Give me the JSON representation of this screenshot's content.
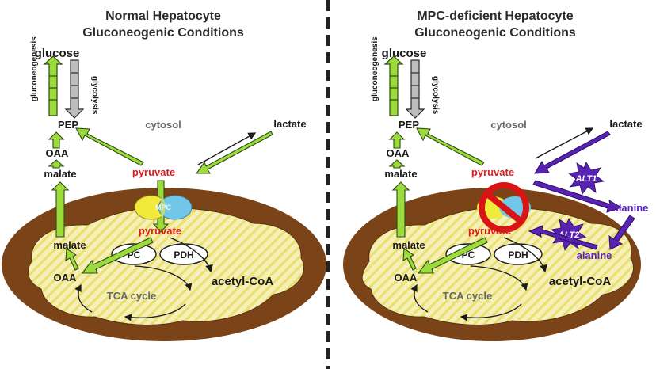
{
  "panels": [
    {
      "title_line1": "Normal Hepatocyte",
      "title_line2": "Gluconeogenic Conditions",
      "glucose": "glucose",
      "gluconeogenesis": "gluconeogenesis",
      "glycolysis": "glycolysis",
      "pep": "PEP",
      "cytosol": "cytosol",
      "lactate": "lactate",
      "oaa_cyto": "OAA",
      "malate_cyto": "malate",
      "pyruvate_cyto": "pyruvate",
      "mpc": "MPC",
      "pyruvate_mito": "pyruvate",
      "malate_mito": "malate",
      "pc": "PC",
      "pdh": "PDH",
      "oaa_mito": "OAA",
      "acetyl_coa": "acetyl-CoA",
      "tca": "TCA cycle"
    },
    {
      "title_line1": "MPC-deficient Hepatocyte",
      "title_line2": "Gluconeogenic Conditions",
      "glucose": "glucose",
      "gluconeogenesis": "gluconeogenesis",
      "glycolysis": "glycolysis",
      "pep": "PEP",
      "cytosol": "cytosol",
      "lactate": "lactate",
      "oaa_cyto": "OAA",
      "malate_cyto": "malate",
      "pyruvate_cyto": "pyruvate",
      "alt1": "ALT1",
      "alanine_cyto": "alanine",
      "alt2": "ALT2",
      "pyruvate_mito": "pyruvate",
      "alanine_mito": "alanine",
      "malate_mito": "malate",
      "pc": "PC",
      "pdh": "PDH",
      "oaa_mito": "OAA",
      "acetyl_coa": "acetyl-CoA",
      "tca": "TCA cycle"
    }
  ],
  "colors": {
    "arrow_green": "#9bdc3c",
    "arrow_outline": "#2e4a14",
    "glycolysis_gray": "#bdbdbd",
    "mito_brown": "#7a4418",
    "mito_inner": "#f6f0b8",
    "hatch": "#e8e070",
    "pyruvate_red": "#d21f1f",
    "alt_purple": "#5a22b4",
    "prohibit_red": "#d81414",
    "mpc_yellow": "#f2ea3a",
    "mpc_cyan": "#72c7e8",
    "divider": "#222222"
  }
}
